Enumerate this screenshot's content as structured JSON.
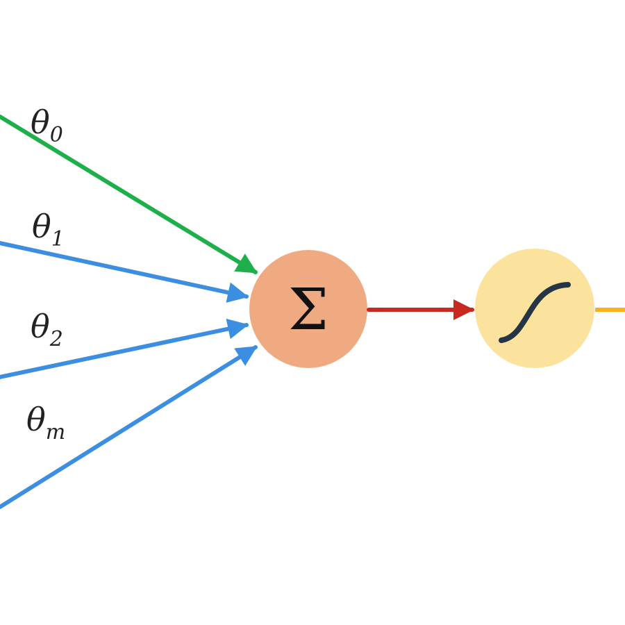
{
  "weights": [
    {
      "symbol": "θ",
      "subscript": "0",
      "color": "#1db04a"
    },
    {
      "symbol": "θ",
      "subscript": "1",
      "color": "#3b8ee0"
    },
    {
      "symbol": "θ",
      "subscript": "2",
      "color": "#3b8ee0"
    },
    {
      "symbol": "θ",
      "subscript": "m",
      "color": "#3b8ee0"
    }
  ],
  "summation_node": {
    "symbol": "Σ",
    "fill": "#f0aa82"
  },
  "activation_node": {
    "icon": "sigmoid-curve-icon",
    "fill": "#fbe39e",
    "curve_color": "#253545"
  },
  "connections": {
    "sum_to_activation_color": "#c8281e",
    "output_color": "#f5b316"
  }
}
